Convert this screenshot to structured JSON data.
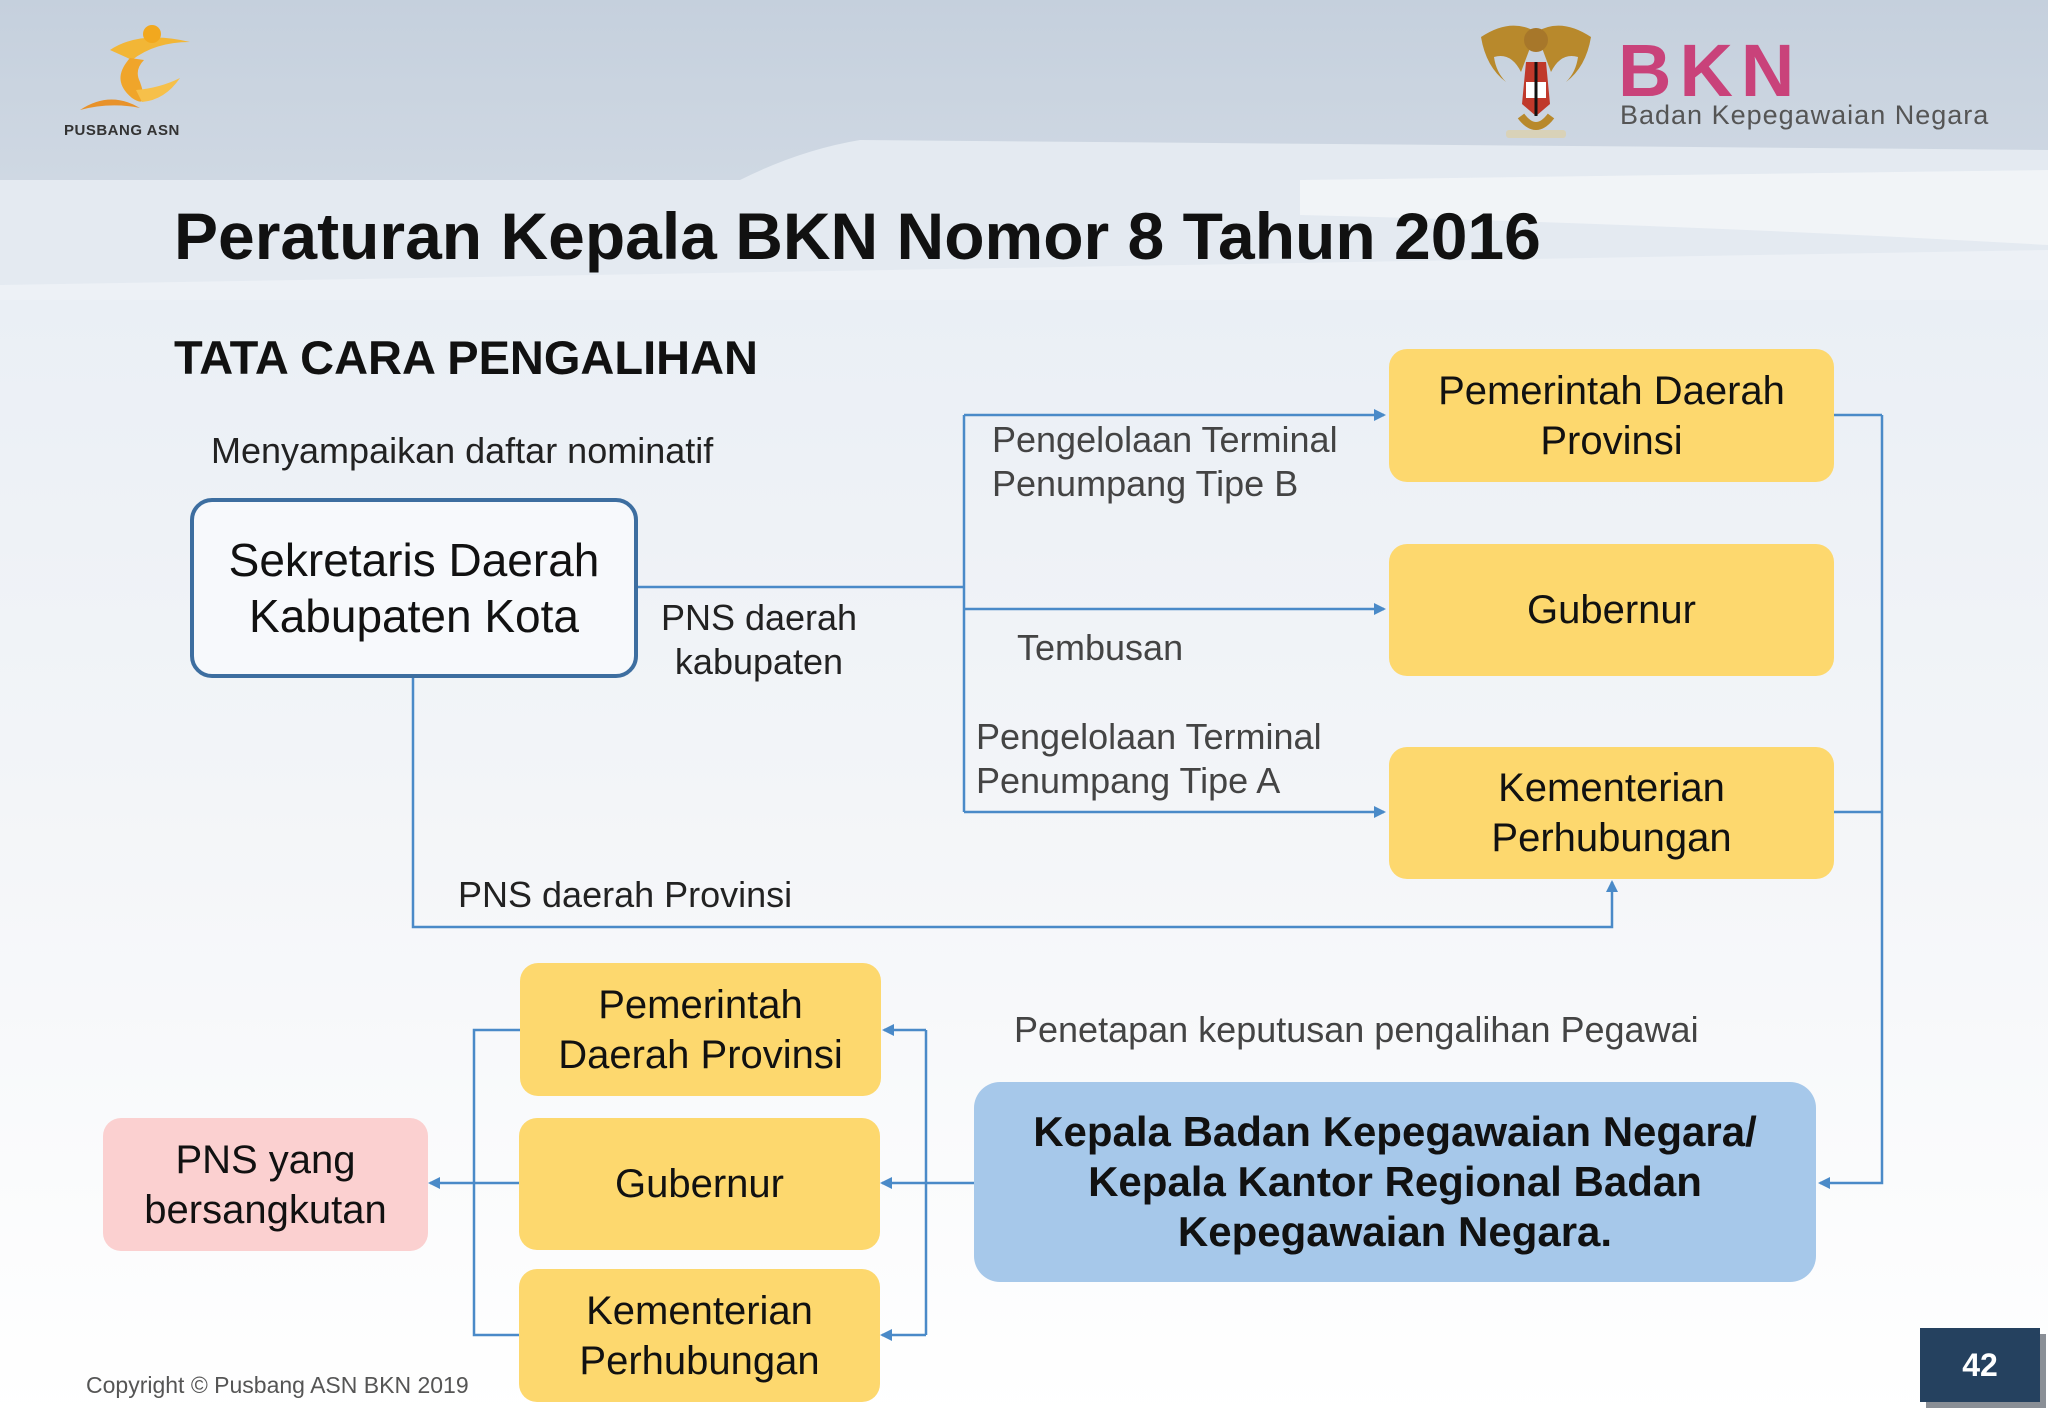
{
  "header": {
    "pusbang_label": "PUSBANG ASN",
    "bkn_title": "BKN",
    "bkn_subtitle": "Badan Kepegawaian Negara"
  },
  "slide": {
    "title": "Peraturan Kepala BKN Nomor 8 Tahun 2016",
    "subtitle": "TATA CARA PENGALIHAN",
    "page_number": "42",
    "copyright": "Copyright © Pusbang ASN BKN 2019"
  },
  "diagram": {
    "nodes": {
      "sekda": [
        "Sekretaris Daerah",
        "Kabupaten Kota"
      ],
      "pemda_top": [
        "Pemerintah Daerah",
        "Provinsi"
      ],
      "gubernur_top": [
        "Gubernur"
      ],
      "kemenhub_top": [
        "Kementerian",
        "Perhubungan"
      ],
      "kepala_bkn": [
        "Kepala Badan Kepegawaian Negara/",
        "Kepala Kantor Regional Badan",
        "Kepegawaian Negara."
      ],
      "pemda_bottom": [
        "Pemerintah",
        "Daerah Provinsi"
      ],
      "gubernur_bottom": [
        "Gubernur"
      ],
      "kemenhub_bottom": [
        "Kementerian",
        "Perhubungan"
      ],
      "pns_ybs": [
        "PNS yang",
        "bersangkutan"
      ]
    },
    "edge_labels": {
      "menyampaikan": "Menyampaikan daftar nominatif",
      "pns_kab": [
        "PNS daerah",
        "kabupaten"
      ],
      "tipe_b": [
        "Pengelolaan Terminal",
        "Penumpang Tipe B"
      ],
      "tembusan": "Tembusan",
      "tipe_a": [
        "Pengelolaan Terminal",
        "Penumpang Tipe A"
      ],
      "pns_prov": "PNS daerah Provinsi",
      "penetapan": "Penetapan keputusan pengalihan Pegawai"
    },
    "colors": {
      "connector": "#4a8ac8",
      "yellow_box": "#fdd86e",
      "blue_box": "#a6c8ea",
      "pink_box": "#fbd0d0",
      "white_box_border": "#3d6ea0",
      "bkn_brand": "#c9427a",
      "page_badge": "#25415f"
    }
  }
}
